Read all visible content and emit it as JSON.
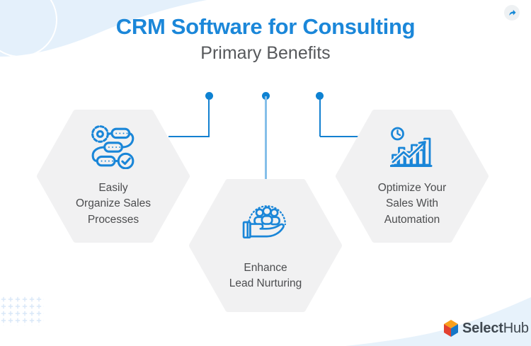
{
  "header": {
    "title": "CRM Software for Consulting",
    "subtitle": "Primary Benefits"
  },
  "share_button": {
    "icon": "share-arrow-icon"
  },
  "benefits": [
    {
      "id": "organize-sales",
      "icon": "sales-process-icon",
      "label": "Easily\nOrganize Sales\nProcesses"
    },
    {
      "id": "lead-nurturing",
      "icon": "lead-nurturing-icon",
      "label": "Enhance\nLead Nurturing"
    },
    {
      "id": "sales-automation",
      "icon": "sales-automation-icon",
      "label": "Optimize Your\nSales With\nAutomation"
    }
  ],
  "brand": {
    "name_bold": "Select",
    "name_light": "Hub"
  },
  "colors": {
    "title_blue": "#1b87d9",
    "icon_blue": "#1a86d8",
    "dot_blue": "#0e82d2",
    "connector_blue": "#1380d0",
    "connector_light_blue": "#85bfe9",
    "hexagon_fill": "#f1f1f2",
    "label_gray": "#4c4d4f",
    "subtitle_gray": "#56585b",
    "decor_light_blue": "#e4f0fb",
    "logo_yellow": "#f9a01b",
    "logo_red": "#e2402f",
    "logo_blue": "#1577c8",
    "logo_text": "#3f4850"
  }
}
